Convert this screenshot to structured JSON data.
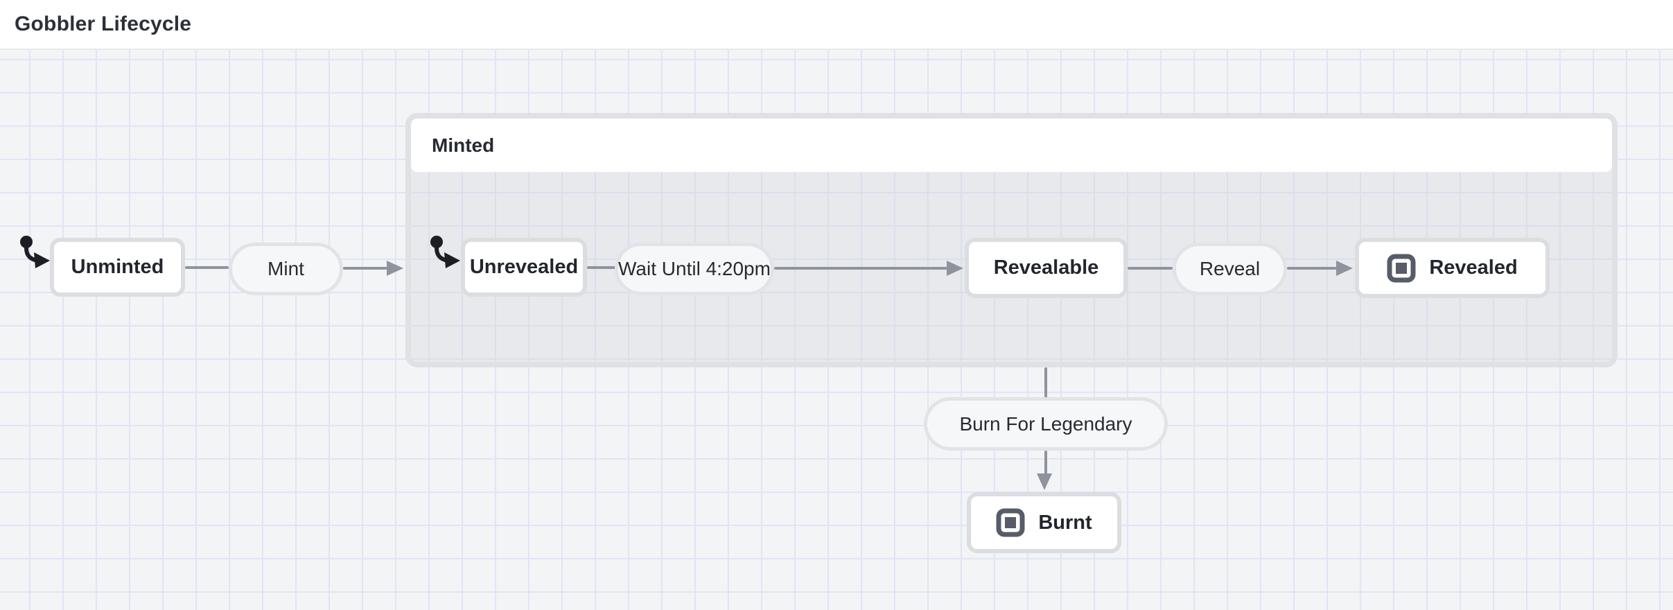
{
  "header": {
    "title": "Gobbler Lifecycle"
  },
  "diagram": {
    "states": {
      "unminted": {
        "label": "Unminted",
        "kind": "atomic",
        "initial": true
      },
      "minted": {
        "label": "Minted",
        "kind": "compound"
      },
      "unrevealed": {
        "label": "Unrevealed",
        "kind": "atomic",
        "initial": true
      },
      "revealable": {
        "label": "Revealable",
        "kind": "atomic"
      },
      "revealed": {
        "label": "Revealed",
        "kind": "final"
      },
      "burnt": {
        "label": "Burnt",
        "kind": "final"
      }
    },
    "events": {
      "mint": {
        "label": "Mint"
      },
      "wait_until_420pm": {
        "label": "Wait Until 4:20pm"
      },
      "reveal": {
        "label": "Reveal"
      },
      "burn_for_legendary": {
        "label": "Burn For Legendary"
      }
    },
    "icons": {
      "initial_state": "initial-state-marker",
      "final_state": "final-state-square"
    }
  },
  "colors": {
    "canvas_bg": "#f3f4f6",
    "grid_line": "#dfe5f4",
    "node_bg": "#ffffff",
    "node_border": "#dbdde1",
    "pill_bg": "#f6f7f9",
    "pill_border": "#e1e3e7",
    "compound_border": "#dfe1e4",
    "compound_body": "#ebecee",
    "edge": "#8e939d",
    "text": "#22262c",
    "initial_marker": "#1b1e23",
    "final_icon": "#565c68"
  }
}
